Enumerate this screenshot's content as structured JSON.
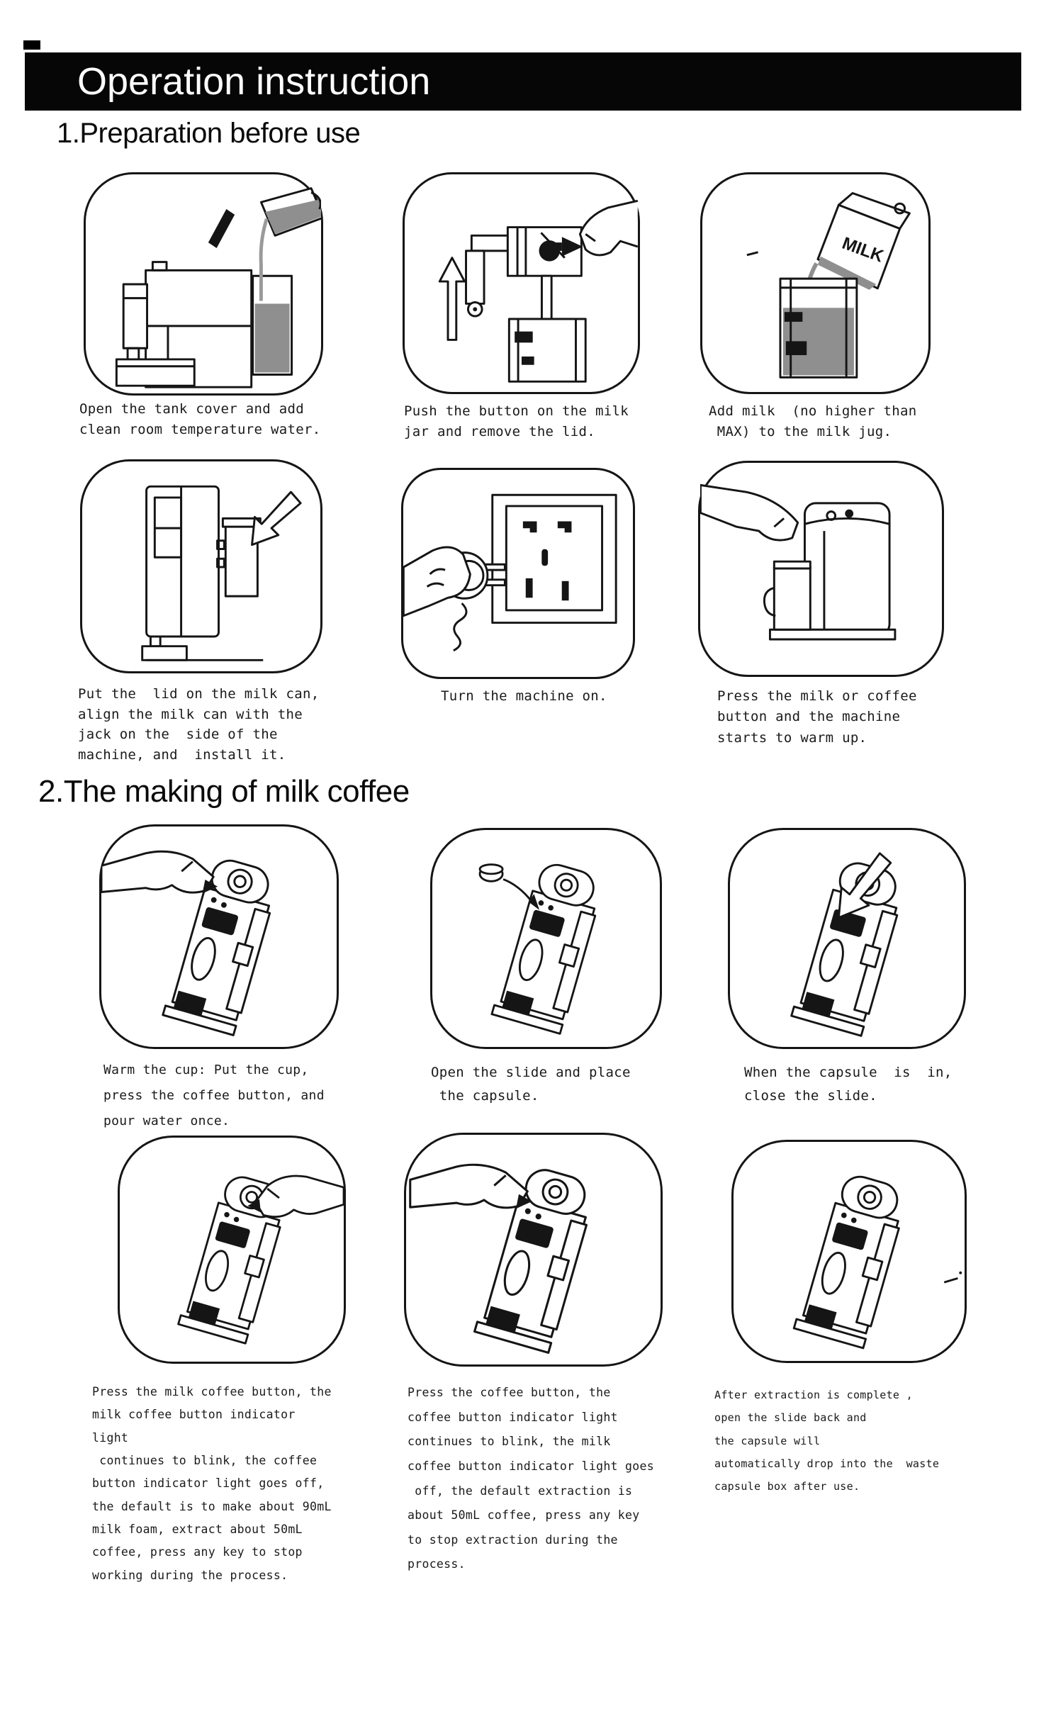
{
  "header": {
    "title": "Operation instruction"
  },
  "labels": {
    "milk_carton": "MILK"
  },
  "sections": [
    {
      "heading": "1.Preparation before use",
      "steps": [
        {
          "illustration": "fill-water-tank-illustration",
          "caption": "Open the tank cover and add\nclean room temperature water."
        },
        {
          "illustration": "milk-jar-lid-button-illustration",
          "caption": "Push the button on the milk\njar and remove the lid."
        },
        {
          "illustration": "pour-milk-into-jug-illustration",
          "caption": "Add milk  (no higher than\n MAX) to the milk jug."
        },
        {
          "illustration": "install-milk-can-illustration",
          "caption": "Put the  lid on the milk can,\nalign the milk can with the\njack on the  side of the\nmachine, and  install it."
        },
        {
          "illustration": "plug-into-socket-illustration",
          "caption": "Turn the machine on."
        },
        {
          "illustration": "press-button-warm-up-illustration",
          "caption": "Press the milk or coffee\nbutton and the machine\nstarts to warm up."
        }
      ]
    },
    {
      "heading": "2.The making of milk coffee",
      "steps": [
        {
          "illustration": "warm-cup-press-coffee-illustration",
          "caption": "Warm the cup: Put the cup,\npress the coffee button, and\npour water once."
        },
        {
          "illustration": "open-slide-place-capsule-illustration",
          "caption": "Open the slide and place\n the capsule."
        },
        {
          "illustration": "close-slide-illustration",
          "caption": "When the capsule  is  in,\nclose the slide."
        },
        {
          "illustration": "press-milk-coffee-button-illustration",
          "caption": "Press the milk coffee button, the\nmilk coffee button indicator\nlight\n continues to blink, the coffee\nbutton indicator light goes off,\nthe default is to make about 90mL\nmilk foam, extract about 50mL\ncoffee, press any key to stop\nworking during the process."
        },
        {
          "illustration": "press-coffee-button-illustration",
          "caption": "Press the coffee button, the\ncoffee button indicator light\ncontinues to blink, the milk\ncoffee button indicator light goes\n off, the default extraction is\nabout 50mL coffee, press any key\nto stop extraction during the\nprocess."
        },
        {
          "illustration": "capsule-drops-waste-box-illustration",
          "caption": "After extraction is complete ,\nopen the slide back and\nthe capsule will\nautomatically drop into the  waste\ncapsule box after use."
        }
      ]
    }
  ]
}
